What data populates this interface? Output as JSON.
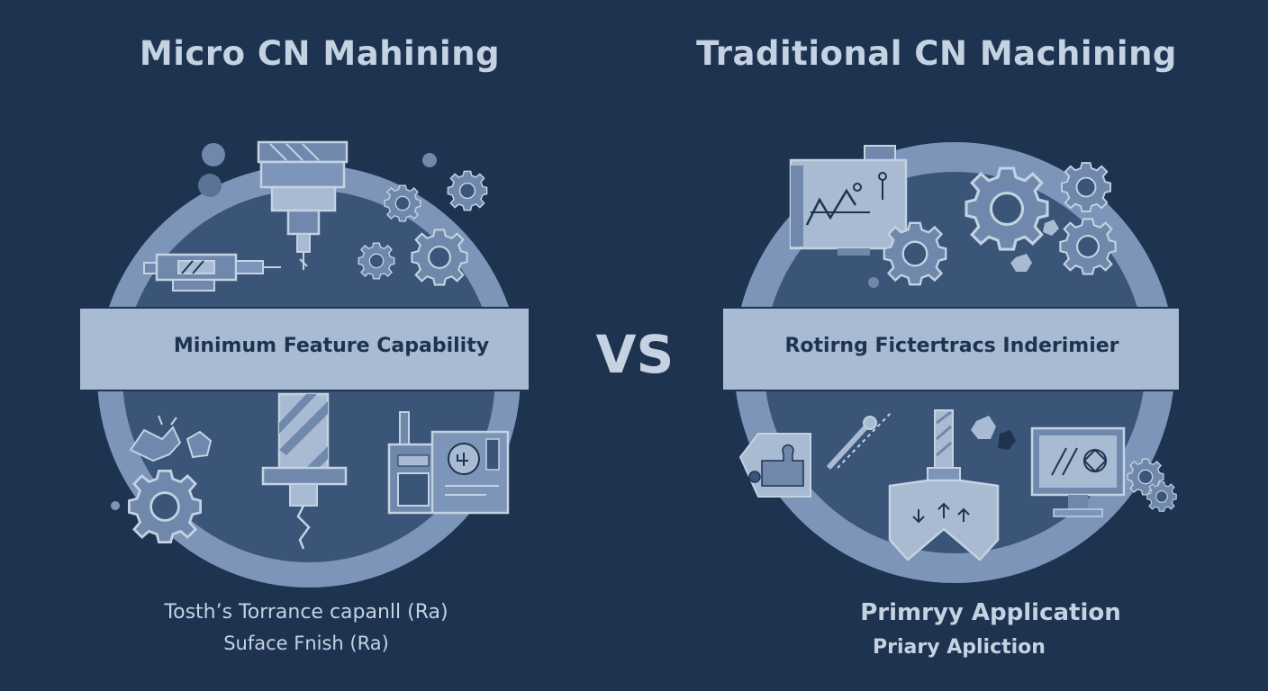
{
  "left": {
    "title": "Micro CN Mahining",
    "band_label": "Minimum Feature Capability",
    "bottom_line1": "Tosth’s Torrance capanll (Ra)",
    "bottom_line2": "Suface Fnish (Ra)"
  },
  "center": {
    "vs_label": "VS"
  },
  "right": {
    "title": "Traditional CN Machining",
    "band_label": "Rotirng Fictertracs Inderimier",
    "bottom_line1": "Primryy Application",
    "bottom_line2": "Priary Apliction"
  },
  "colors": {
    "background": "#1e3350",
    "circle_outer": "#7d95b8",
    "circle_inner": "#3a5578",
    "band": "#a8bbd2",
    "icon_fill": "#6f88ac",
    "icon_stroke": "#c4d2e2",
    "text_light": "#c4d2e2"
  },
  "icons": {
    "left": [
      "milling-spindle-icon",
      "gear-icon",
      "lathe-tool-icon",
      "drill-bit-icon",
      "control-panel-icon"
    ],
    "right": [
      "monitor-chart-icon",
      "gear-icon",
      "probe-tool-icon",
      "clamp-fixture-icon",
      "computer-monitor-icon"
    ]
  }
}
